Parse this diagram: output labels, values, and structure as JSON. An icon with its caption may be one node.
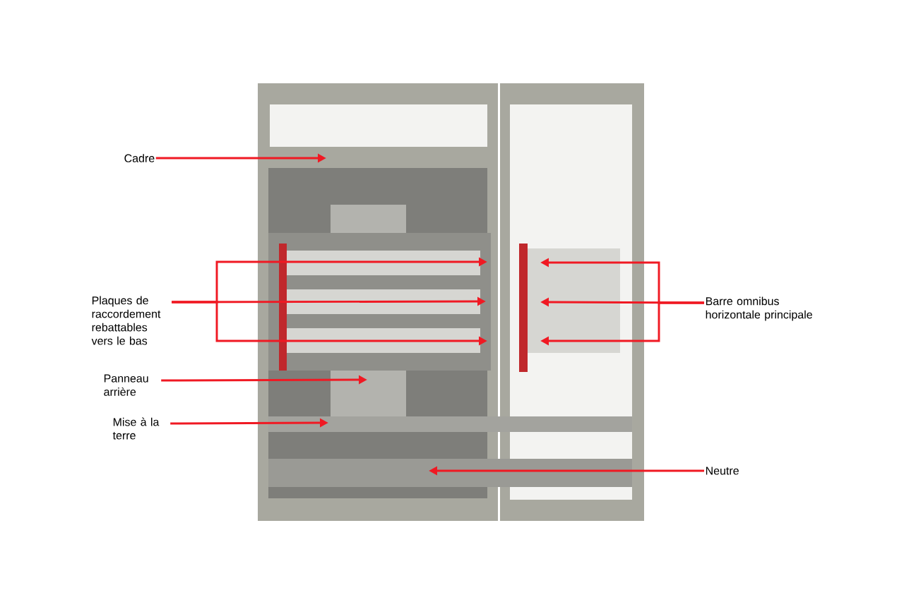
{
  "diagram": {
    "nodes": [
      {
        "text": [
          "Cadre"
        ]
      },
      {
        "text": [
          "Plaques de raccordement rebattables vers le bas"
        ]
      },
      {
        "text": [
          "Panneau arrière"
        ]
      },
      {
        "text": [
          "Mise à la terre"
        ]
      },
      {
        "text": [
          "Barre omnibus horizontale principale"
        ]
      },
      {
        "text": [
          "Neutre"
        ]
      }
    ],
    "edges": [
      {
        "from": 0,
        "to": null,
        "arrow": "to"
      },
      {
        "from": 1,
        "to": null,
        "arrow": "to"
      },
      {
        "from": 1,
        "to": null,
        "arrow": "to"
      },
      {
        "from": 1,
        "to": null,
        "arrow": "to"
      },
      {
        "from": 2,
        "to": null,
        "arrow": "to"
      },
      {
        "from": 3,
        "to": null,
        "arrow": "to"
      },
      {
        "from": 4,
        "to": null,
        "arrow": "to"
      },
      {
        "from": 4,
        "to": null,
        "arrow": "to"
      },
      {
        "from": 4,
        "to": null,
        "arrow": "to"
      },
      {
        "from": 5,
        "to": null,
        "arrow": "to"
      }
    ]
  }
}
